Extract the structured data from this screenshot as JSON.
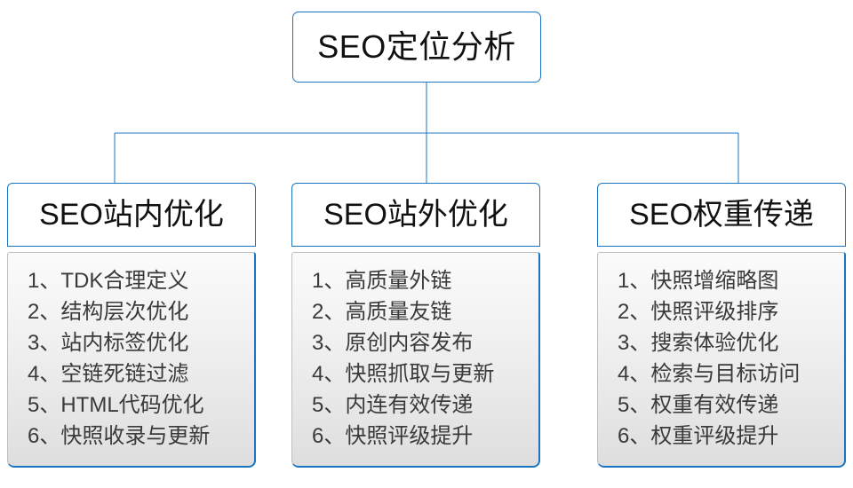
{
  "diagram": {
    "type": "tree",
    "root": {
      "label": "SEO定位分析"
    },
    "branches": [
      {
        "id": "onsite",
        "header": "SEO站内优化",
        "items": [
          "1、TDK合理定义",
          "2、结构层次优化",
          "3、站内标签优化",
          "4、空链死链过滤",
          "5、HTML代码优化",
          "6、快照收录与更新"
        ]
      },
      {
        "id": "offsite",
        "header": "SEO站外优化",
        "items": [
          "1、高质量外链",
          "2、高质量友链",
          "3、原创内容发布",
          "4、快照抓取与更新",
          "5、内连有效传递",
          "6、快照评级提升"
        ]
      },
      {
        "id": "weight",
        "header": "SEO权重传递",
        "items": [
          "1、快照增缩略图",
          "2、快照评级排序",
          "3、搜索体验优化",
          "4、检索与目标访问",
          "5、权重有效传递",
          "6、权重评级提升"
        ]
      }
    ],
    "colors": {
      "accent_blue": "#1a74c2",
      "panel_border_gray": "#bfbfbf",
      "title_text": "#111111",
      "item_text": "#3a3a3a",
      "background": "#ffffff"
    }
  }
}
